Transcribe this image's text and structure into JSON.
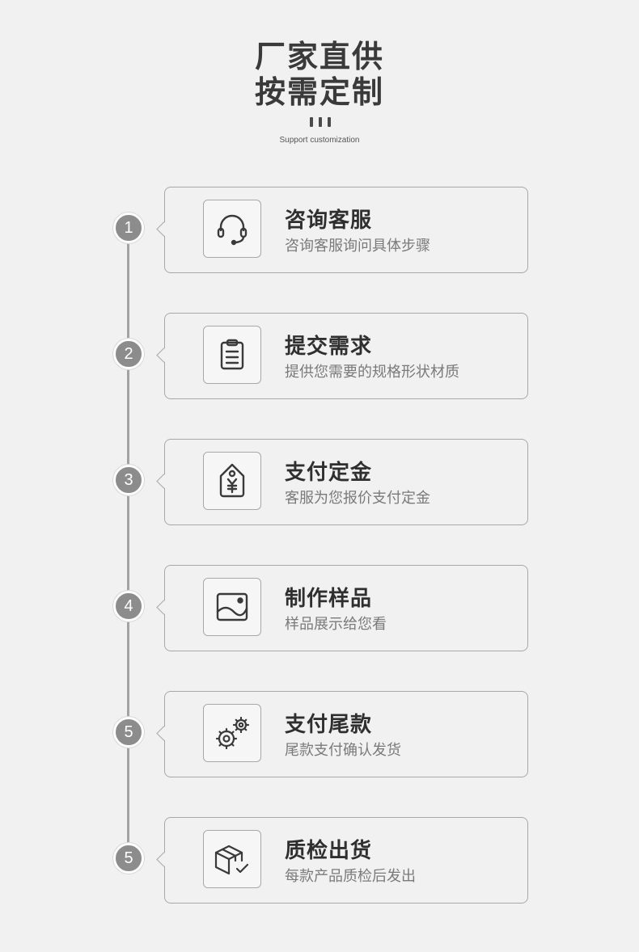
{
  "header": {
    "title_line1": "厂家直供",
    "title_line2": "按需定制",
    "subtitle": "Support customization"
  },
  "steps": [
    {
      "number": "1",
      "title": "咨询客服",
      "desc": "咨询客服询问具体步骤",
      "icon": "headset-icon"
    },
    {
      "number": "2",
      "title": "提交需求",
      "desc": "提供您需要的规格形状材质",
      "icon": "clipboard-icon"
    },
    {
      "number": "3",
      "title": "支付定金",
      "desc": "客服为您报价支付定金",
      "icon": "yuan-tag-icon"
    },
    {
      "number": "4",
      "title": "制作样品",
      "desc": "样品展示给您看",
      "icon": "image-icon"
    },
    {
      "number": "5",
      "title": "支付尾款",
      "desc": "尾款支付确认发货",
      "icon": "gears-icon"
    },
    {
      "number": "5",
      "title": "质检出货",
      "desc": "每款产品质检后发出",
      "icon": "box-check-icon"
    }
  ]
}
